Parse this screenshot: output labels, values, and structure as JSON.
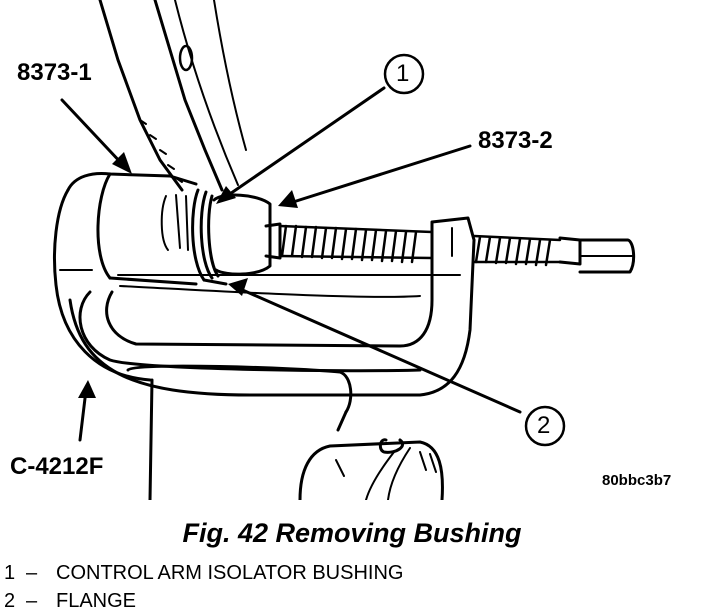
{
  "callouts": {
    "label_8373_1": "8373-1",
    "label_8373_2": "8373-2",
    "label_c4212f": "C-4212F",
    "circle_1": "1",
    "circle_2": "2"
  },
  "image_code": "80bbc3b7",
  "caption": "Fig. 42 Removing Bushing",
  "legend": [
    {
      "num": "1",
      "sep": "–",
      "text": "CONTROL ARM ISOLATOR BUSHING"
    },
    {
      "num": "2",
      "sep": "–",
      "text": "FLANGE"
    }
  ]
}
